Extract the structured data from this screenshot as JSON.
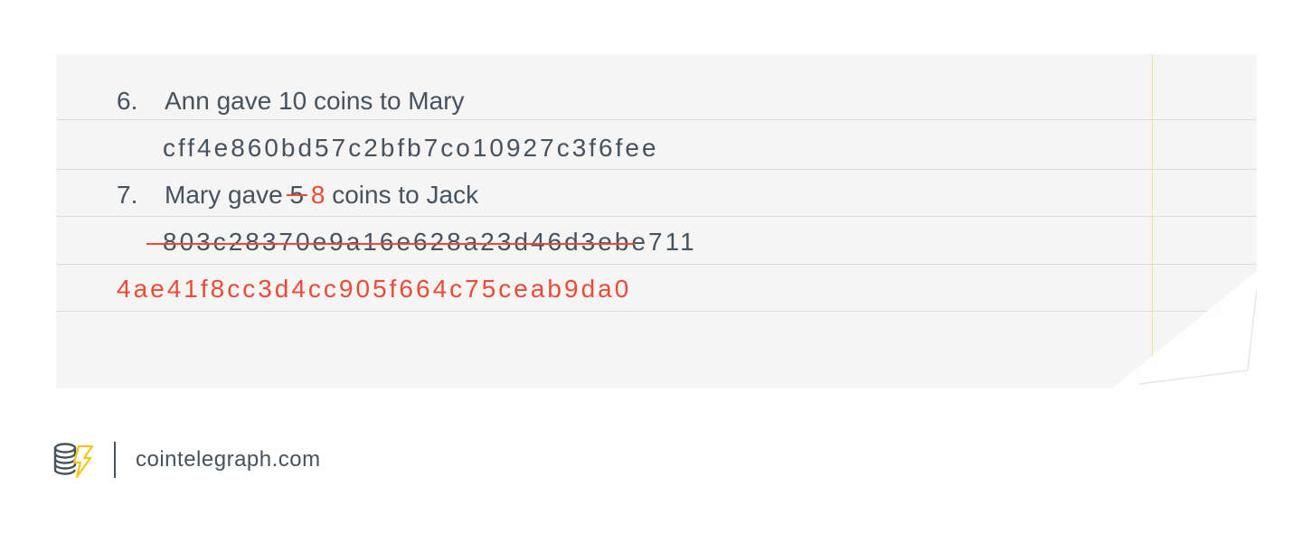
{
  "entries": [
    {
      "number": "6.",
      "text": "Ann gave 10 coins to Mary",
      "hash": "cff4e860bd57c2bfb7co10927c3f6fee"
    },
    {
      "number": "7.",
      "text_prefix": "Mary gave",
      "old_amount": "5",
      "new_amount": "8",
      "text_suffix": "coins to Jack",
      "old_hash_struck": "803c28370e9a16e628a23d46d3eb",
      "old_hash_tail": "e711",
      "new_hash": "4ae41f8cc3d4cc905f664c75ceab9da0"
    }
  ],
  "footer": {
    "site": "cointelegraph.com"
  },
  "colors": {
    "text": "#46525d",
    "accent_red": "#ec4a35",
    "paper": "#f5f5f5",
    "rule": "#dcdcdc",
    "margin_line": "#f1e2a0",
    "logo_yellow": "#f5c518"
  },
  "icons": {
    "logo": "cointelegraph-coins-bolt-icon"
  }
}
